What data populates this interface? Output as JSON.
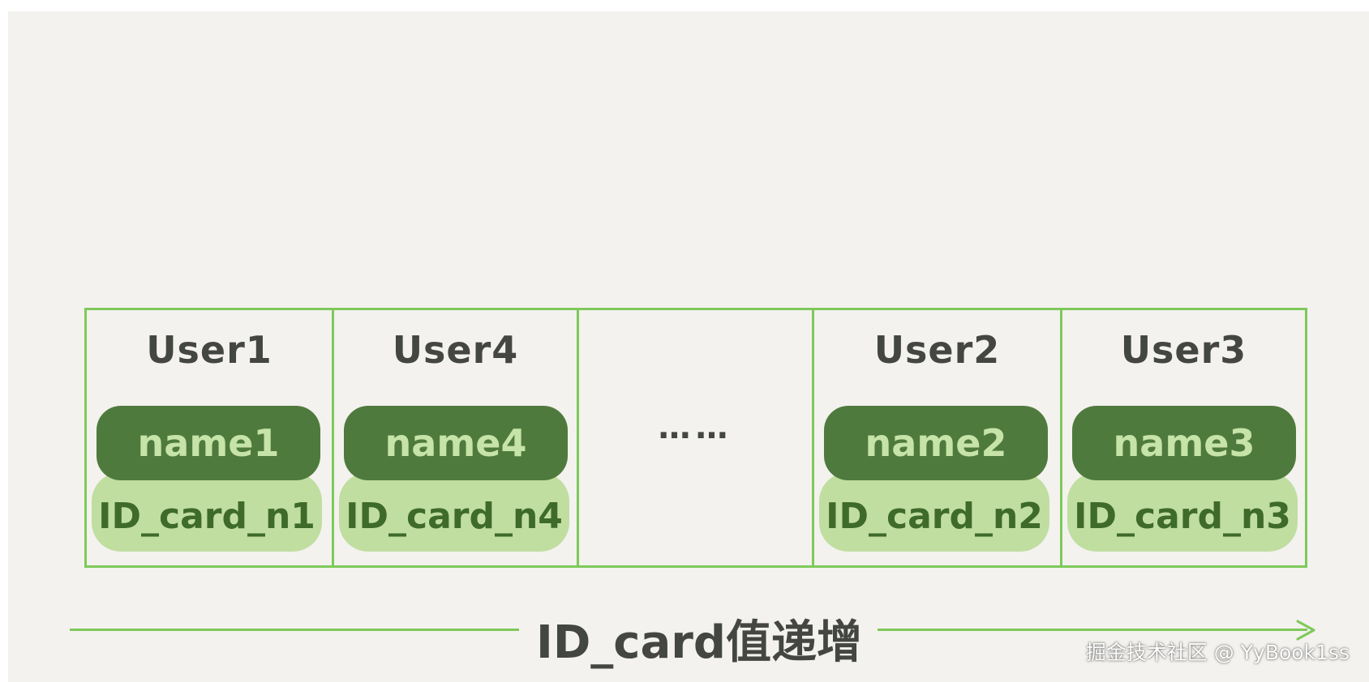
{
  "colors": {
    "background": "#f3f2ee",
    "border": "#7ec95a",
    "name_fill": "#4f7a3d",
    "name_text": "#c6e3a8",
    "id_fill": "#c0dea0",
    "id_text": "#3e6a2a",
    "label_text": "#444641"
  },
  "records": [
    {
      "user": "User1",
      "name": "name1",
      "id_card": "ID_card_n1"
    },
    {
      "user": "User4",
      "name": "name4",
      "id_card": "ID_card_n4"
    },
    {
      "user": "",
      "name": "",
      "id_card": "",
      "ellipsis": "……"
    },
    {
      "user": "User2",
      "name": "name2",
      "id_card": "ID_card_n2"
    },
    {
      "user": "User3",
      "name": "name3",
      "id_card": "ID_card_n3"
    }
  ],
  "axis": {
    "label": "ID_card值递增",
    "arrow_icon": "arrow-right-icon"
  },
  "watermark": "掘金技术社区 @ YyBook1ss"
}
